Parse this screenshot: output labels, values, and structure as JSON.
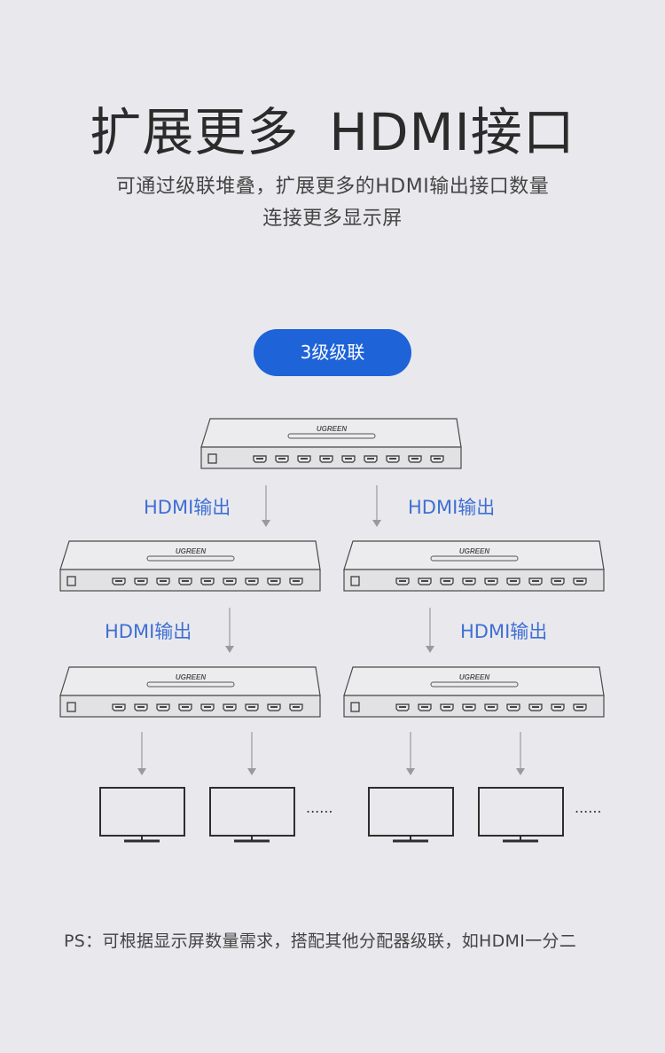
{
  "heading": {
    "main": "扩展更多",
    "accent": "HDMI接口",
    "line1": "可通过级联堆叠，扩展更多的HDMI输出接口数量",
    "line2": "连接更多显示屏"
  },
  "badge": {
    "label": "3级级联"
  },
  "devices": {
    "brand": "UGREEN"
  },
  "outputs": {
    "top_left": "HDMI输出",
    "top_right": "HDMI输出",
    "mid_left": "HDMI输出",
    "mid_right": "HDMI输出"
  },
  "more": {
    "left": "......",
    "right": "......"
  },
  "footnote": "PS：可根据显示屏数量需求，搭配其他分配器级联，如HDMI一分二",
  "colors": {
    "accent": "#1f63d8",
    "label": "#3f6fd4",
    "background": "#e9e9ed"
  }
}
